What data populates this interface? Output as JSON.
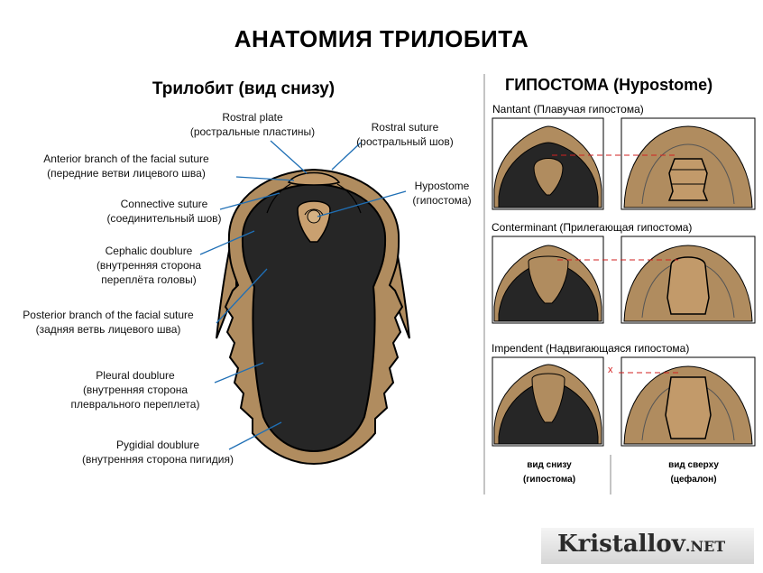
{
  "title": "АНАТОМИЯ ТРИЛОБИТА",
  "left_panel": {
    "title": "Трилобит (вид снизу)",
    "labels": {
      "rostral_plate": [
        "Rostral plate",
        "(ростральные пластины)"
      ],
      "rostral_suture": [
        "Rostral suture",
        "(ростральный шов)"
      ],
      "anterior_branch": [
        "Anterior branch of the facial suture",
        "(передние ветви лицевого шва)"
      ],
      "hypostome": [
        "Hypostome",
        "(гипостома)"
      ],
      "connective_suture": [
        "Connective suture",
        "(соединительный шов)"
      ],
      "cephalic_doublure": [
        "Cephalic doublure",
        "(внутренняя сторона",
        "переплёта головы)"
      ],
      "posterior_branch": [
        "Posterior branch of the facial suture",
        "(задняя ветвь лицевого шва)"
      ],
      "pleural_doublure": [
        "Pleural doublure",
        "(внутренняя сторона",
        "плеврального переплета)"
      ],
      "pygidial_doublure": [
        "Pygidial doublure",
        "(внутренняя сторона пигидия)"
      ]
    }
  },
  "right_panel": {
    "title": "ГИПОСТОМА (Hypostome)",
    "types": [
      {
        "label": "Nantant (Плавучая гипостома)"
      },
      {
        "label": "Conterminant  (Прилегающая гипостома)"
      },
      {
        "label": "Impendent (Надвигающаяся гипостома)"
      }
    ],
    "marker": "x",
    "captions": {
      "bottom_view": [
        "вид снизу",
        "(гипостома)"
      ],
      "top_view": [
        "вид сверху",
        "(цефалон)"
      ]
    }
  },
  "logo": {
    "name": "Kristallov",
    "suffix": ".NET"
  },
  "colors": {
    "shell": "#b08c5f",
    "dark": "#262626",
    "leader": "#1f6fb5",
    "dash": "#d22222",
    "outline": "#000000"
  },
  "icons": [
    "trilobite-ventral-icon",
    "hypostome-diagram-icon"
  ]
}
